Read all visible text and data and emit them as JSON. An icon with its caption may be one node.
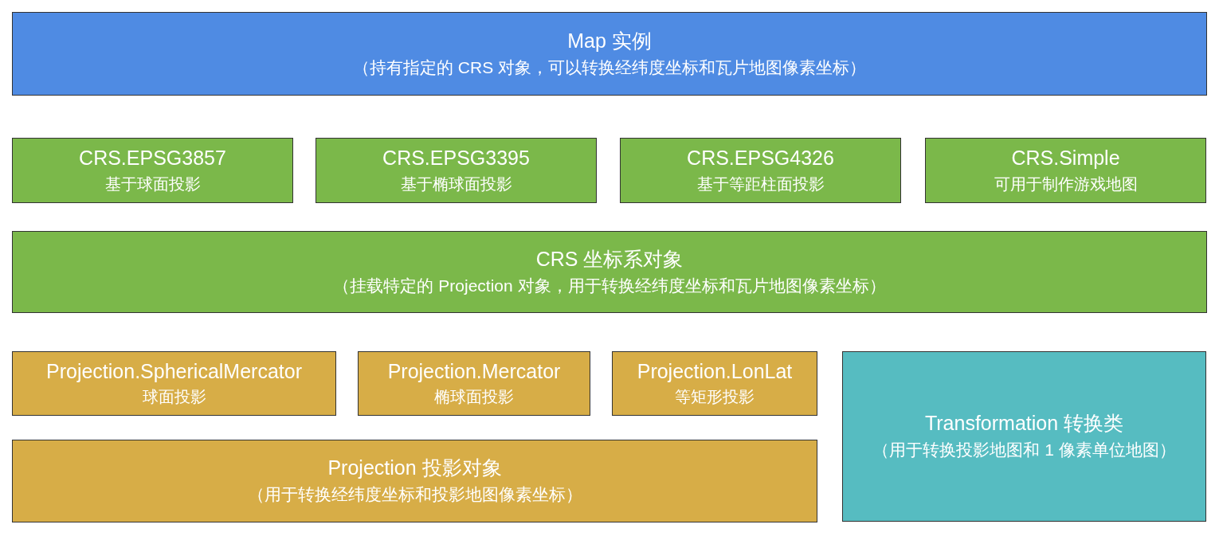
{
  "diagram": {
    "nodes": [
      {
        "text": [
          "Map 实例",
          "（持有指定的 CRS 对象，可以转换经纬度坐标和瓦片地图像素坐标）"
        ]
      },
      {
        "text": [
          "CRS.EPSG3857",
          "基于球面投影"
        ]
      },
      {
        "text": [
          "CRS.EPSG3395",
          "基于椭球面投影"
        ]
      },
      {
        "text": [
          "CRS.EPSG4326",
          "基于等距柱面投影"
        ]
      },
      {
        "text": [
          "CRS.Simple",
          "可用于制作游戏地图"
        ]
      },
      {
        "text": [
          "CRS 坐标系对象",
          "（挂载特定的 Projection 对象，用于转换经纬度坐标和瓦片地图像素坐标）"
        ]
      },
      {
        "text": [
          "Projection.SphericalMercator",
          "球面投影"
        ]
      },
      {
        "text": [
          "Projection.Mercator",
          "椭球面投影"
        ]
      },
      {
        "text": [
          "Projection.LonLat",
          "等矩形投影"
        ]
      },
      {
        "text": [
          "Transformation 转换类",
          "（用于转换投影地图和 1 像素单位地图）"
        ]
      },
      {
        "text": [
          "Projection 投影对象",
          "（用于转换经纬度坐标和投影地图像素坐标）"
        ]
      }
    ],
    "edges": []
  }
}
